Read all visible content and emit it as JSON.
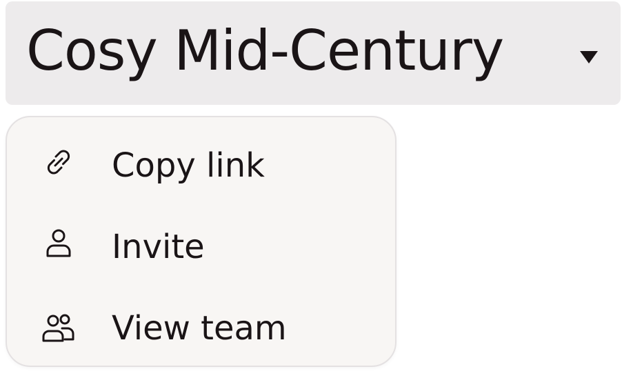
{
  "board": {
    "title": "Cosy Mid-Century",
    "dropdown_icon": "caret-down-icon"
  },
  "menu": {
    "items": [
      {
        "label": "Copy link",
        "icon": "link-icon"
      },
      {
        "label": "Invite",
        "icon": "user-icon"
      },
      {
        "label": "View team",
        "icon": "users-icon"
      }
    ]
  },
  "colors": {
    "selector_bg": "#edebec",
    "menu_bg": "#f8f6f4",
    "menu_border": "#e4e1e2",
    "text": "#1a1416"
  }
}
